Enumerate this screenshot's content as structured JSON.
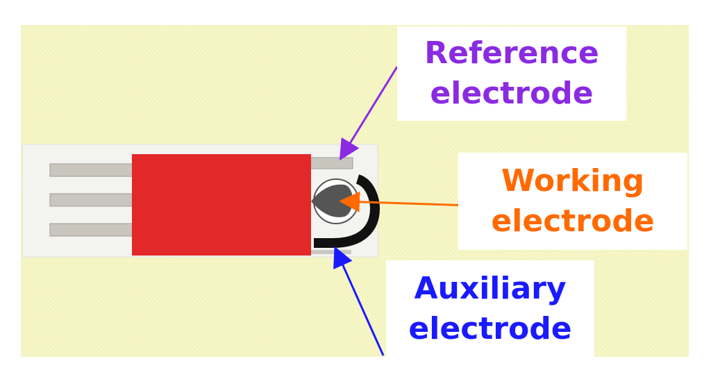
{
  "labels": {
    "reference": {
      "line1": "Reference",
      "line2": "electrode",
      "color": "#8a2be2"
    },
    "working": {
      "line1": "Working",
      "line2": "electrode",
      "color": "#ff6a00"
    },
    "auxiliary": {
      "line1": "Auxiliary",
      "line2": "electrode",
      "color": "#1a1aff"
    }
  },
  "colors": {
    "background": "#f7f7c8",
    "strip": "#f3f3f0",
    "insulation": "#e22828",
    "contact": "#c8c6be",
    "working_electrode": "#555555",
    "auxiliary_electrode": "#111111"
  }
}
